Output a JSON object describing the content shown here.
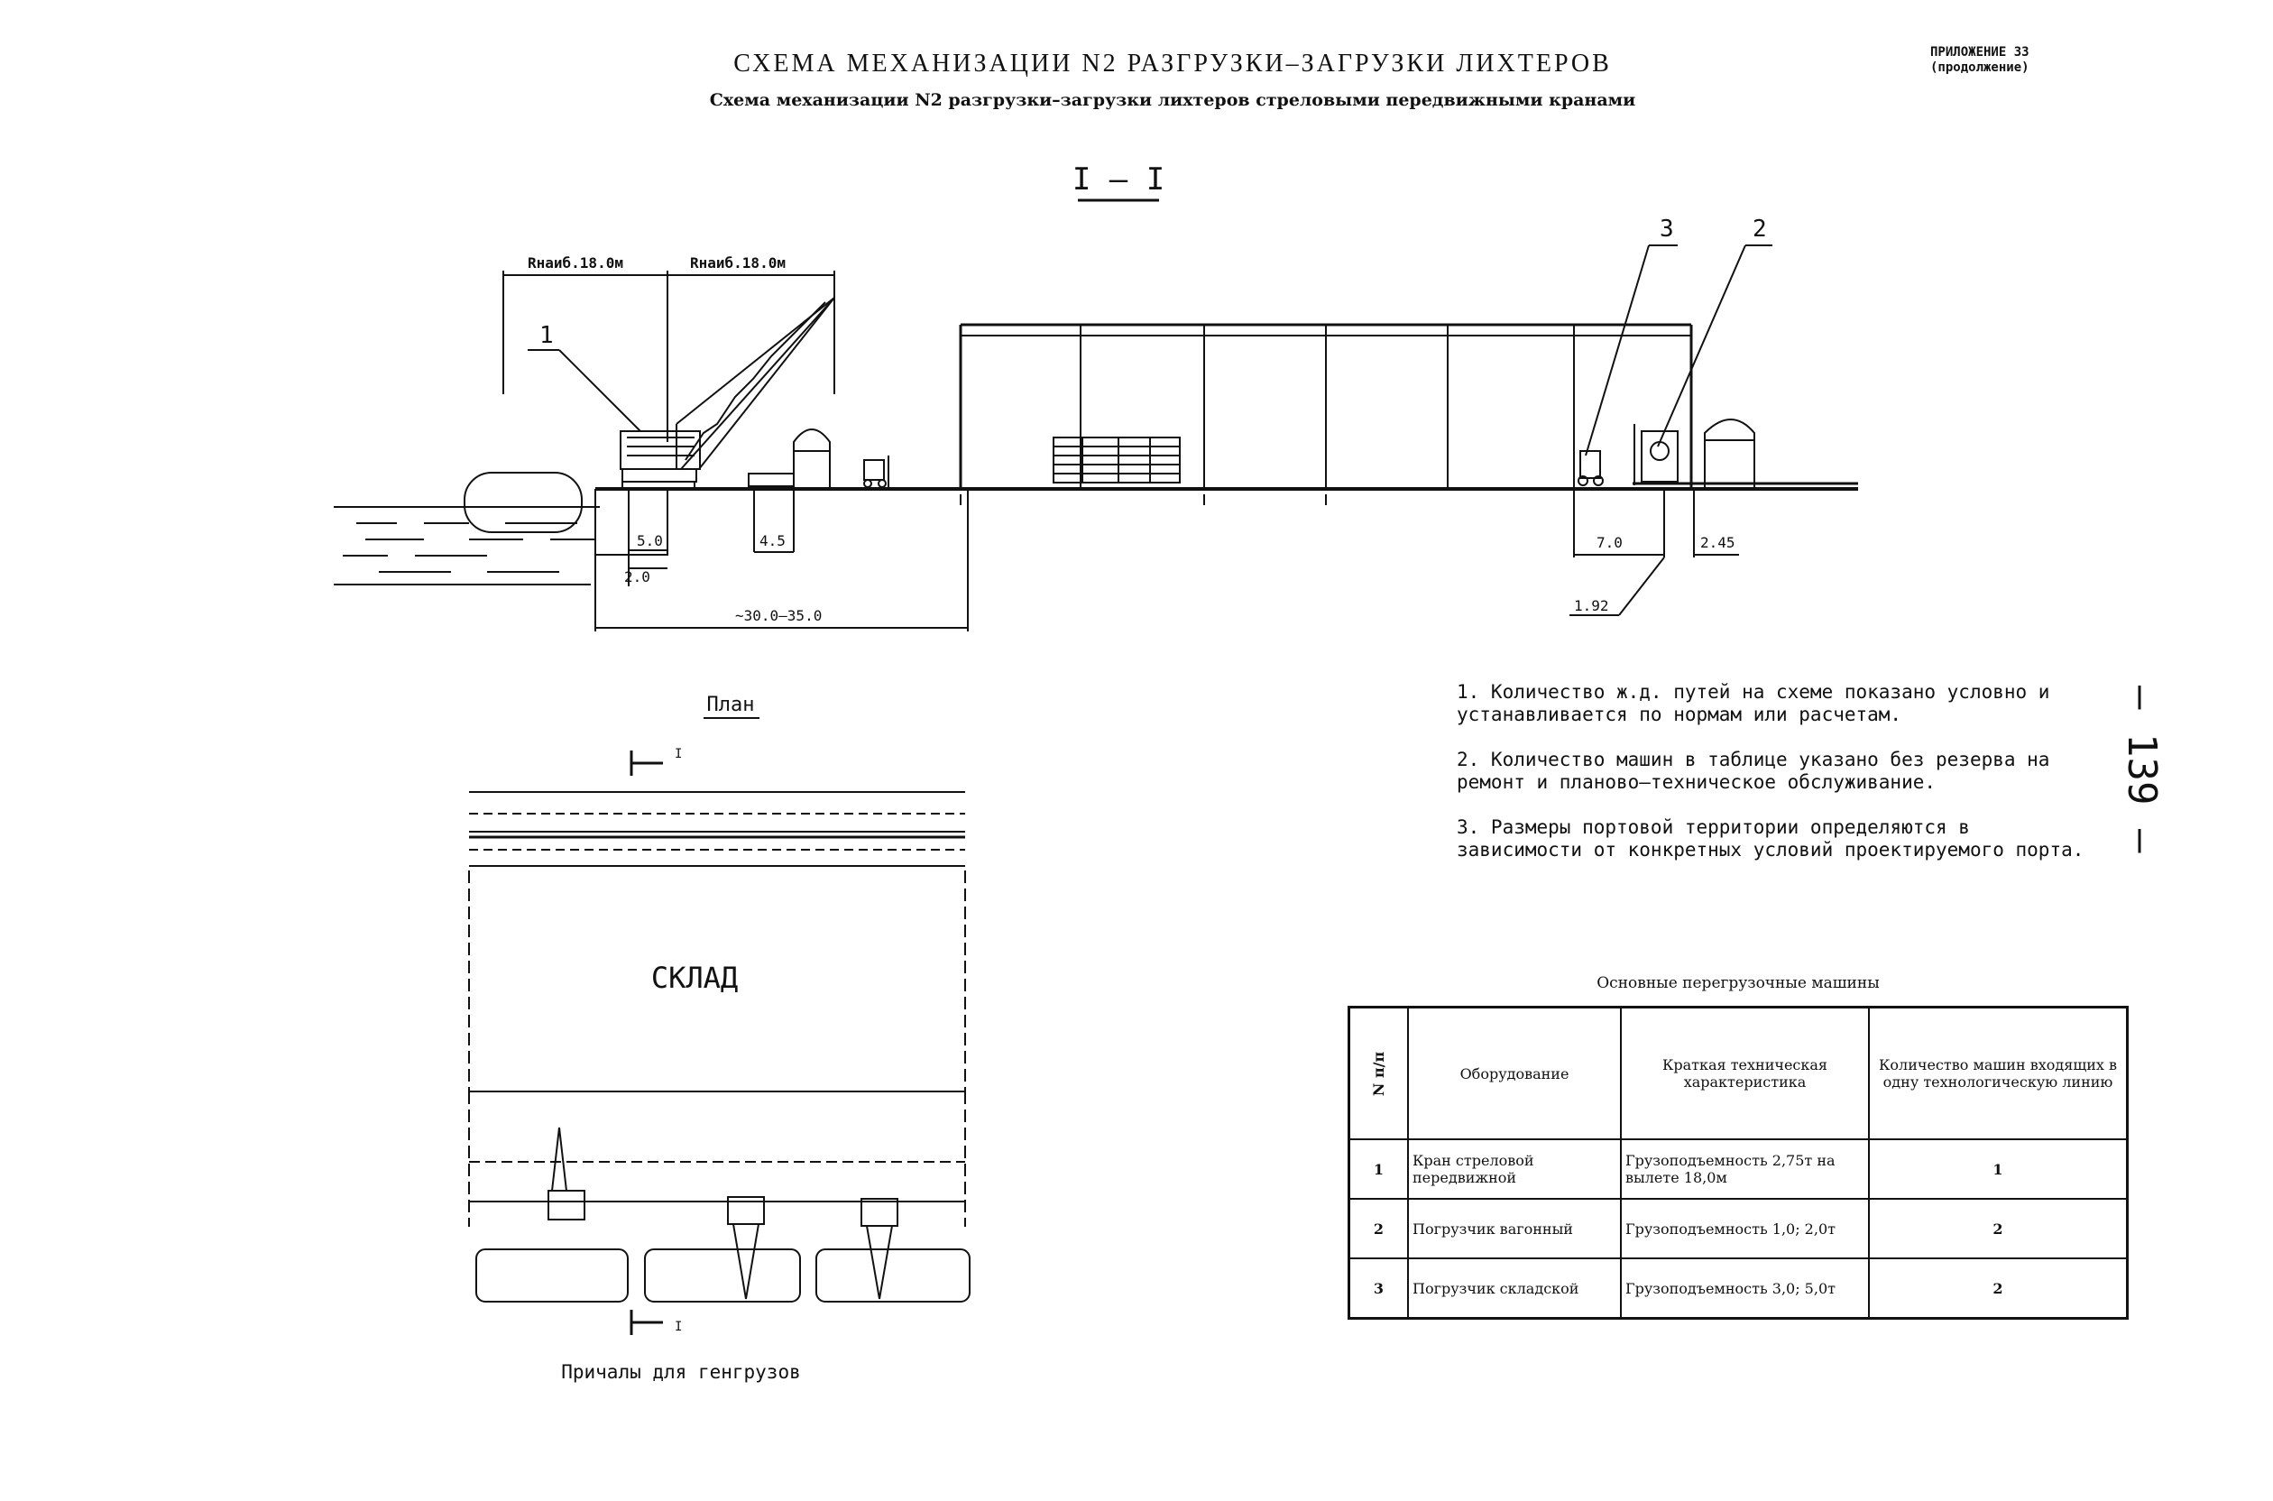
{
  "header": {
    "title": "СХЕМА МЕХАНИЗАЦИИ N2 РАЗГРУЗКИ–ЗАГРУЗКИ ЛИХТЕРОВ",
    "subtitle": "Схема механизации N2 разгрузки–загрузки лихтеров стреловыми передвижными кранами",
    "appendix_line1": "ПРИЛОЖЕНИЕ 33",
    "appendix_line2": "(продолжение)",
    "page_number": "– 139 –"
  },
  "section": {
    "label": "I – I",
    "boom_reach_left": "Rнаиб.18.0м",
    "boom_reach_right": "Rнаиб.18.0м",
    "callout_1": "1",
    "callout_2": "2",
    "callout_3": "3",
    "dims": {
      "d5_0": "5.0",
      "d4_5": "4.5",
      "d2_0": "2.0",
      "d30_35": "~30.0–35.0",
      "d7_0": "7.0",
      "d2_45": "2.45",
      "d1_92": "1.92"
    }
  },
  "plan": {
    "label": "План",
    "section_mark_top": "I",
    "section_mark_bottom": "I",
    "warehouse_label": "СКЛАД",
    "berths_caption": "Причалы для генгрузов"
  },
  "notes": [
    "1. Количество ж.д. путей на схеме показано условно и устанавливается по нормам или расчетам.",
    "2. Количество машин в таблице указано без резерва на ремонт и планово–техническое обслуживание.",
    "3. Размеры портовой территории определяются в зависимости от конкретных условий проектируемого порта."
  ],
  "machines_table": {
    "caption": "Основные перегрузочные машины",
    "headers": {
      "num": "N п/п",
      "equipment": "Оборудование",
      "spec": "Краткая техническая характеристика",
      "qty": "Количество машин входящих в одну технологическую линию"
    },
    "rows": [
      {
        "num": "1",
        "equipment": "Кран стреловой передвижной",
        "spec": "Грузоподъемность 2,75т на вылете 18,0м",
        "qty": "1"
      },
      {
        "num": "2",
        "equipment": "Погрузчик вагонный",
        "spec": "Грузоподъемность 1,0; 2,0т",
        "qty": "2"
      },
      {
        "num": "3",
        "equipment": "Погрузчик складской",
        "spec": "Грузоподъемность 3,0; 5,0т",
        "qty": "2"
      }
    ]
  }
}
